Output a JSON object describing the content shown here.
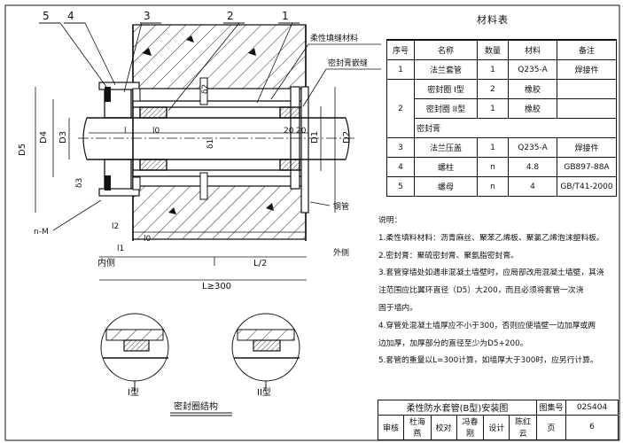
{
  "callouts": [
    "5",
    "4",
    "3",
    "2",
    "1"
  ],
  "labels": {
    "flexible_fill": "柔性填缝材料",
    "sealant_fill": "密封膏嵌缝",
    "steel_pipe": "钢管",
    "inner": "内侧",
    "outer": "外侧",
    "n_m": "n-M"
  },
  "dims": {
    "D5": "D5",
    "D4": "D4",
    "D3": "D3",
    "D2": "D2",
    "D1": "D1",
    "delta1": "δ1",
    "delta2": "δ2",
    "delta3": "δ3",
    "l": "l",
    "l0": "l0",
    "l1": "l1",
    "l2": "l2",
    "c20a": "20",
    "c20b": "20",
    "half_L": "L/2",
    "L_min": "L≥300"
  },
  "seal_types": {
    "type1": "I型",
    "type2": "II型",
    "caption": "密封圈结构"
  },
  "materials": {
    "title": "材料表",
    "headers": [
      "序号",
      "名称",
      "数量",
      "材料",
      "备注"
    ],
    "rows": [
      {
        "no": "1",
        "name": "法兰套管",
        "qty": "1",
        "mat": "Q235-A",
        "note": "焊接件"
      },
      {
        "no": "2",
        "name": "密封圈 I型",
        "qty": "2",
        "mat": "橡胶",
        "note": ""
      },
      {
        "no": "",
        "name": "密封圈 II型",
        "qty": "1",
        "mat": "橡胶",
        "note": ""
      },
      {
        "no": "",
        "name": "密封膏",
        "qty": "",
        "mat": "",
        "note": ""
      },
      {
        "no": "3",
        "name": "法兰压盖",
        "qty": "1",
        "mat": "Q235-A",
        "note": "焊接件"
      },
      {
        "no": "4",
        "name": "螺柱",
        "qty": "n",
        "mat": "4.8",
        "note": "GB897-88A"
      },
      {
        "no": "5",
        "name": "螺母",
        "qty": "n",
        "mat": "4",
        "note": "GB/T41-2000"
      }
    ]
  },
  "notes": {
    "title": "说明：",
    "lines": [
      "1.柔性填料材料：沥青麻丝、聚苯乙烯板、聚氯乙烯泡沫塑料板。",
      "2.密封膏：聚硫密封膏、聚氨脂密封膏。",
      "3.套管穿墙处如遇非混凝土墙壁时，应局部改用混凝土墙壁，其浇",
      "  注范围应比翼环直径（D5）大200，而且必须将套管一次浇",
      "  固于墙内。",
      "4.穿管处混凝土墙厚应不小于300，否则应使墙壁一边加厚或两",
      "  边加厚，加厚部分的直径至少为D5+200。",
      "5.套管的重量以L=300计算，如墙厚大于300时，应另行计算。"
    ]
  },
  "title_block": {
    "drawing_title": "柔性防水套管(B型)安装图",
    "atlas_label": "图集号",
    "atlas_no": "02S404",
    "review": "审核",
    "review_sign": "杜海燕",
    "check": "校对",
    "check_sign": "冯春刚",
    "design": "设计",
    "design_sign": "陈红云",
    "page_label": "页",
    "page_no": "6"
  }
}
